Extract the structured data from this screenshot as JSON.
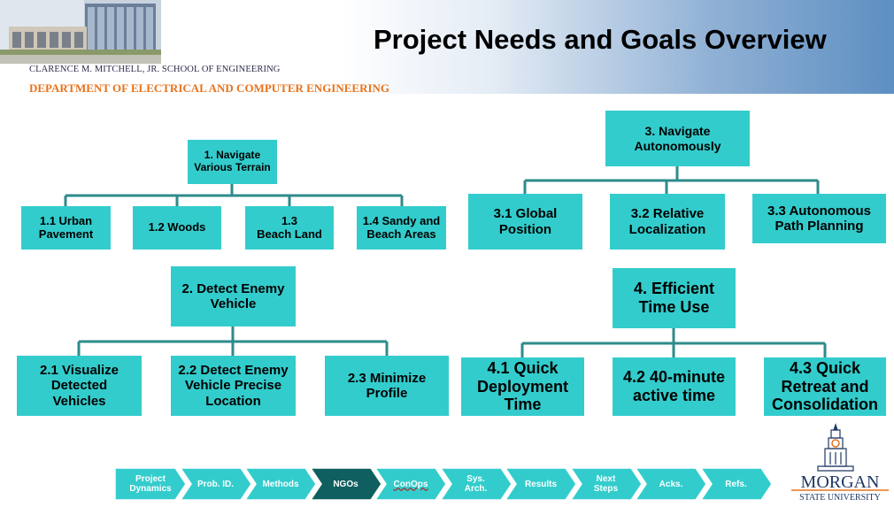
{
  "header": {
    "school": "CLARENCE M. MITCHELL, JR. SCHOOL OF ENGINEERING",
    "department": "DEPARTMENT OF ELECTRICAL AND COMPUTER ENGINEERING",
    "title": "Project Needs and Goals Overview"
  },
  "goals": {
    "g1": {
      "label": "1. Navigate\nVarious Terrain",
      "children": [
        "1.1 Urban\nPavement",
        "1.2 Woods",
        "1.3\nBeach Land",
        "1.4 Sandy and\nBeach Areas"
      ]
    },
    "g2": {
      "label": "2. Detect Enemy\nVehicle",
      "children": [
        "2.1 Visualize\nDetected\nVehicles",
        "2.2 Detect Enemy\nVehicle Precise\nLocation",
        "2.3 Minimize\nProfile"
      ]
    },
    "g3": {
      "label": "3. Navigate\nAutonomously",
      "children": [
        "3.1 Global\nPosition",
        "3.2 Relative\nLocalization",
        "3.3 Autonomous\nPath Planning"
      ]
    },
    "g4": {
      "label": "4. Efficient\nTime Use",
      "children": [
        "4.1 Quick\nDeployment\nTime",
        "4.2 40-minute\nactive time",
        "4.3 Quick\nRetreat and\nConsolidation"
      ]
    }
  },
  "nav": {
    "items": [
      "Project\nDynamics",
      "Prob. ID.",
      "Methods",
      "NGOs",
      "ConOps",
      "Sys.\nArch.",
      "Results",
      "Next\nSteps",
      "Acks.",
      "Refs."
    ],
    "active_index": 3
  },
  "logo": {
    "line1": "MORGAN",
    "line2": "STATE UNIVERSITY"
  },
  "colors": {
    "box": "#33cccc",
    "connector": "#2e8b8b",
    "nav": "#33cccc",
    "nav_active": "#0f5f60",
    "dept": "#e8731c"
  }
}
